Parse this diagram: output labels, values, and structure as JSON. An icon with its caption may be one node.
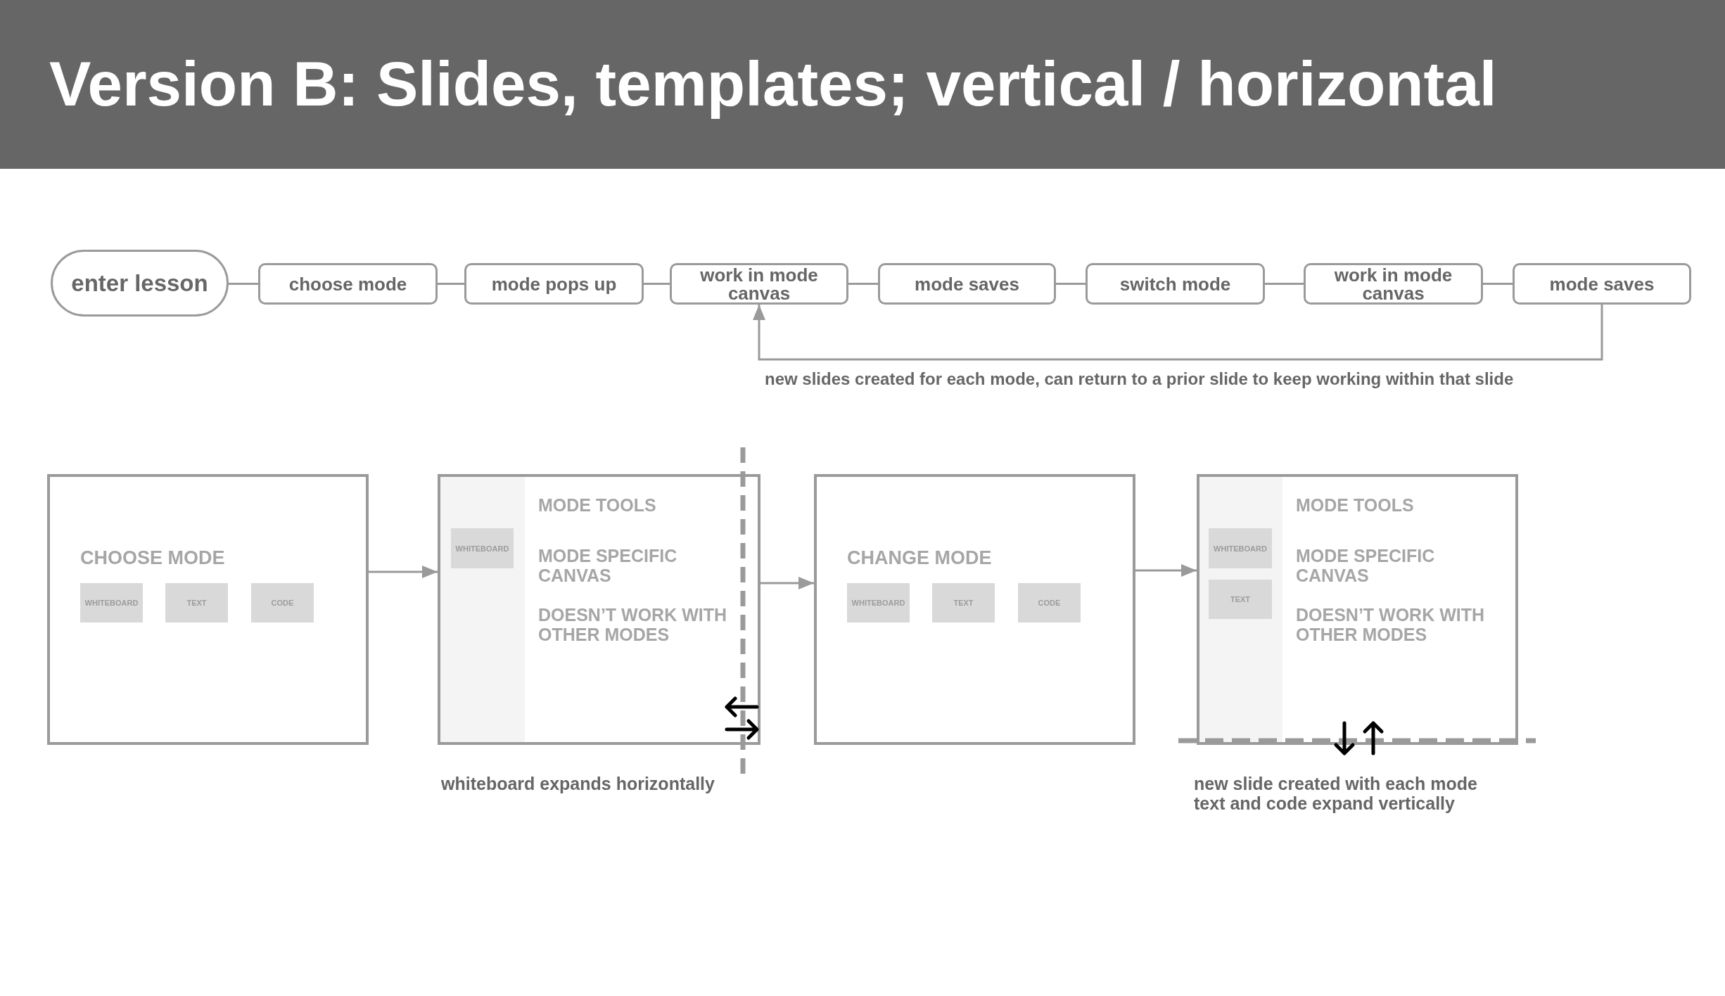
{
  "diagram": {
    "title": "Version B: Slides, templates; vertical / horizontal",
    "nodes": [
      {
        "text": [
          "enter lesson"
        ]
      },
      {
        "text": [
          "choose mode"
        ]
      },
      {
        "text": [
          "mode pops up"
        ]
      },
      {
        "text": [
          "work in mode canvas"
        ]
      },
      {
        "text": [
          "mode saves"
        ]
      },
      {
        "text": [
          "switch mode"
        ]
      },
      {
        "text": [
          "work in mode canvas"
        ]
      },
      {
        "text": [
          "mode saves"
        ]
      },
      {
        "text": [
          "CHOOSE MODE"
        ]
      },
      {
        "text": [
          "WHITEBOARD"
        ],
        "in": 8
      },
      {
        "text": [
          "TEXT"
        ],
        "in": 8
      },
      {
        "text": [
          "CODE"
        ],
        "in": 8
      },
      {
        "text": [
          "MODE TOOLS",
          "MODE SPECIFIC CANVAS",
          "DOESN’T WORK WITH OTHER MODES"
        ],
        "beside": [
          "whiteboard expands horizontally"
        ]
      },
      {
        "text": [
          "WHITEBOARD"
        ],
        "in": 12
      },
      {
        "text": [
          "CHANGE MODE"
        ]
      },
      {
        "text": [
          "WHITEBOARD"
        ],
        "in": 14
      },
      {
        "text": [
          "TEXT"
        ],
        "in": 14
      },
      {
        "text": [
          "CODE"
        ],
        "in": 14
      },
      {
        "text": [
          "MODE TOOLS",
          "MODE SPECIFIC CANVAS",
          "DOESN’T WORK WITH OTHER MODES"
        ],
        "beside": [
          "new slide created with each mode",
          "text and code expand vertically"
        ]
      },
      {
        "text": [
          "WHITEBOARD"
        ],
        "in": 18
      },
      {
        "text": [
          "TEXT"
        ],
        "in": 18
      }
    ],
    "edges": [
      {
        "from": 0,
        "to": 1,
        "arrow": "none"
      },
      {
        "from": 1,
        "to": 2,
        "arrow": "none"
      },
      {
        "from": 2,
        "to": 3,
        "arrow": "none"
      },
      {
        "from": 3,
        "to": 4,
        "arrow": "none"
      },
      {
        "from": 4,
        "to": 5,
        "arrow": "none"
      },
      {
        "from": 5,
        "to": 6,
        "arrow": "none"
      },
      {
        "from": 6,
        "to": 7,
        "arrow": "none"
      },
      {
        "from": 7,
        "to": 3,
        "arrow": "to",
        "label": "new slides created for each mode, can return to a prior slide to keep working within that slide"
      },
      {
        "from": 8,
        "to": 12,
        "arrow": "to"
      },
      {
        "from": 12,
        "to": 14,
        "arrow": "to"
      },
      {
        "from": 14,
        "to": 18,
        "arrow": "to"
      }
    ]
  }
}
